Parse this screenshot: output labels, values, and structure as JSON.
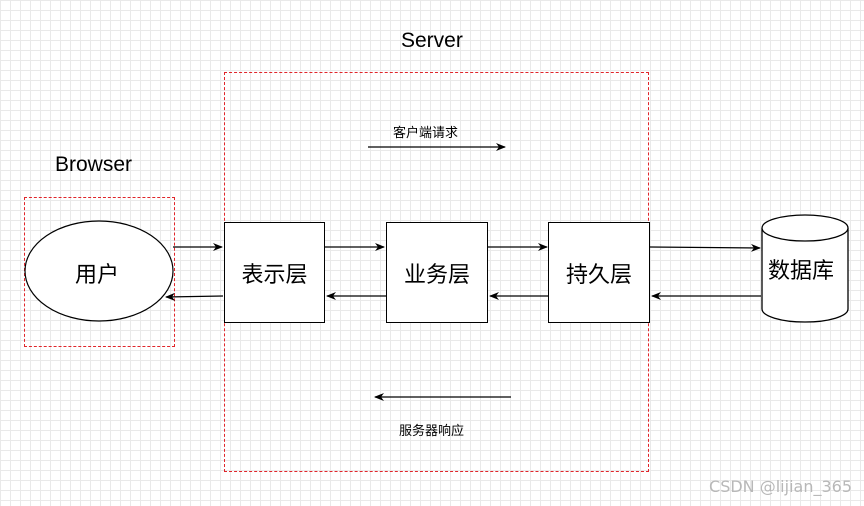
{
  "groups": {
    "server": "Server",
    "browser": "Browser"
  },
  "nodes": {
    "user": "用户",
    "presentation": "表示层",
    "business": "业务层",
    "persistence": "持久层",
    "database": "数据库"
  },
  "edges": {
    "request": "客户端请求",
    "response": "服务器响应"
  },
  "watermark": "CSDN @lijian_365",
  "colors": {
    "group_border": "#e0262b",
    "grid": "#e9e9e9",
    "stroke": "#000000"
  }
}
